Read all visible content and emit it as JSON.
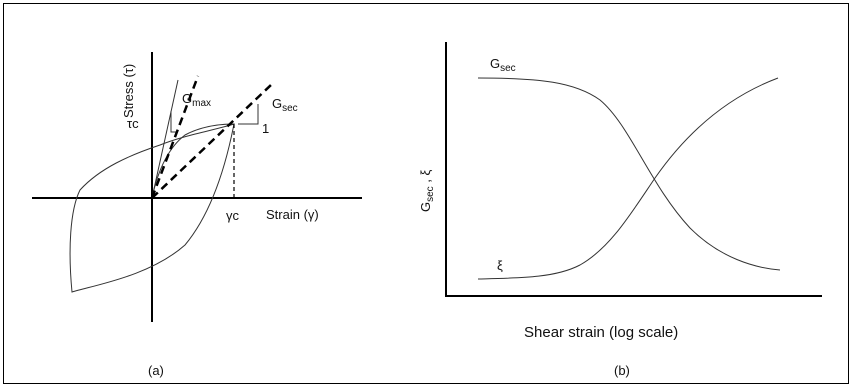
{
  "panel_a": {
    "y_axis_label": "Stress (τ)",
    "x_axis_label": "Strain (γ)",
    "tau_c": "τc",
    "gamma_c": "γc",
    "g_max_main": "G",
    "g_max_sub": "max",
    "g_sec_main": "G",
    "g_sec_sub": "sec",
    "one": "1",
    "caption": "(a)"
  },
  "panel_b": {
    "y_axis_main": "G",
    "y_axis_sub": "sec",
    "y_axis_rest": " , ξ",
    "g_sec_main": "G",
    "g_sec_sub": "sec",
    "xi": "ξ",
    "x_axis_label": "Shear strain (log scale)",
    "caption": "(b)"
  }
}
